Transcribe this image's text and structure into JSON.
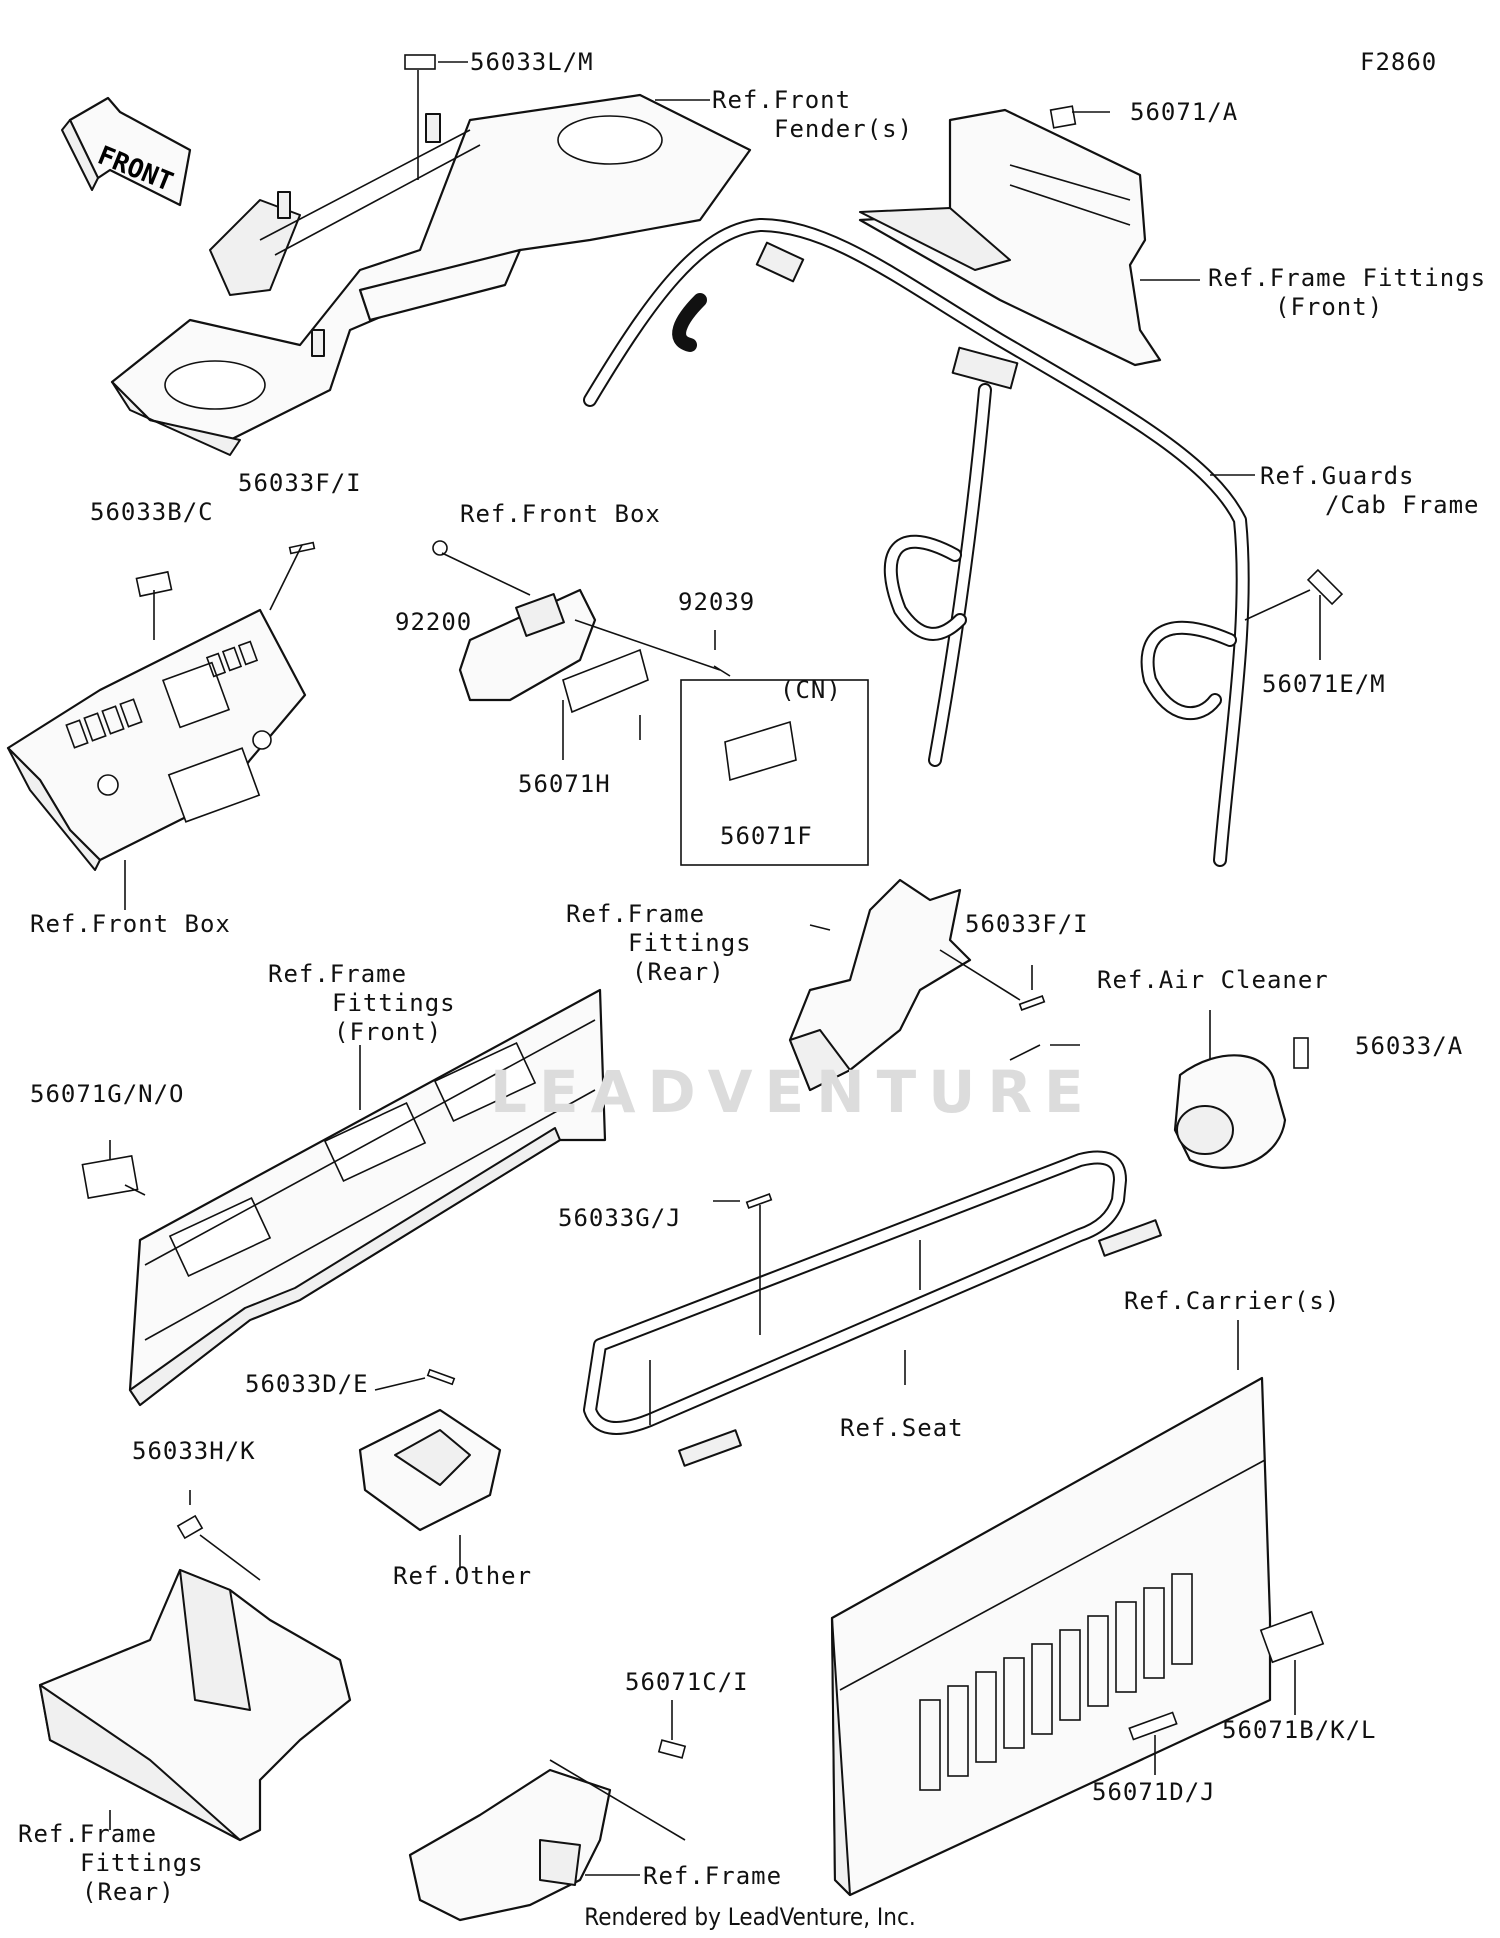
{
  "figure_code": "F2860",
  "front_arrow": "FRONT",
  "cn_box": "(CN)",
  "labels": {
    "p56033LM": "56033L/M",
    "refFrontFender1": "Ref.Front",
    "refFrontFender2": "Fender(s)",
    "p56071A": "56071/A",
    "refFrameFront1a": "Ref.Frame Fittings",
    "refFrameFront1b": "(Front)",
    "refGuards1": "Ref.Guards",
    "refGuards2": "/Cab Frame",
    "p56071EM": "56071E/M",
    "p56033BC": "56033B/C",
    "p56033FI_1": "56033F/I",
    "refFrontBox1": "Ref.Front Box",
    "p92200": "92200",
    "p92039": "92039",
    "p56071H": "56071H",
    "p56071F": "56071F",
    "refFrontBox2": "Ref.Front Box",
    "refFrameRear1a": "Ref.Frame",
    "refFrameRear1b": "Fittings",
    "refFrameRear1c": "(Rear)",
    "p56033FI_2": "56033F/I",
    "refFrameFront2a": "Ref.Frame",
    "refFrameFront2b": "Fittings",
    "refFrameFront2c": "(Front)",
    "refAirCleaner": "Ref.Air Cleaner",
    "p56033A": "56033/A",
    "p56071GNO": "56071G/N/O",
    "p56033GJ": "56033G/J",
    "refCarriers": "Ref.Carrier(s)",
    "p56033DE": "56033D/E",
    "refSeat": "Ref.Seat",
    "p56033HK": "56033H/K",
    "refOther": "Ref.Other",
    "p56071CI": "56071C/I",
    "p56071DJ": "56071D/J",
    "p56071BKL": "56071B/K/L",
    "refFrameRear2a": "Ref.Frame",
    "refFrameRear2b": "Fittings",
    "refFrameRear2c": "(Rear)",
    "refFrame": "Ref.Frame"
  },
  "watermark": "LEADVENTURE",
  "footer": "Rendered by LeadVenture, Inc."
}
